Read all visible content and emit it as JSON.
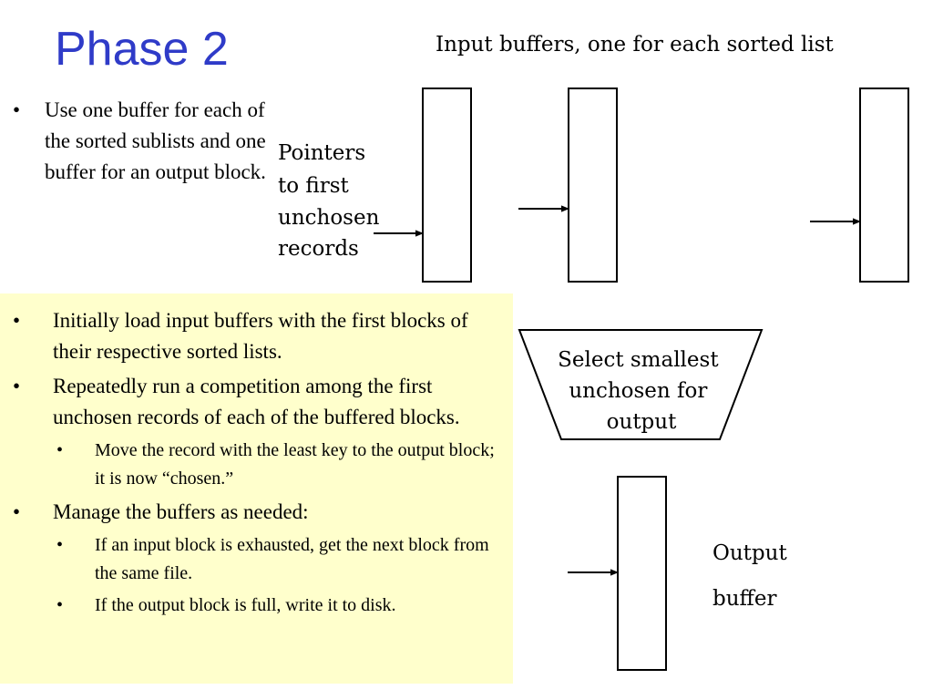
{
  "slide": {
    "title": "Phase 2",
    "title_color": "#2f3bc8",
    "intro_bullet": "Use one buffer for each of the sorted sublists and one buffer for an output block.",
    "panel_color": "#ffffcc",
    "bullets": [
      {
        "text": "Initially load input buffers with the first blocks of their respective sorted lists."
      },
      {
        "text": "Repeatedly run a competition among the first unchosen records of each of the buffered blocks."
      },
      {
        "text": "Move the record with the least key to the output block; it is now “chosen.”"
      },
      {
        "text": "Manage the buffers as needed:"
      },
      {
        "text": "If an input block is exhausted, get the next block from the same file."
      },
      {
        "text": "If the output block is full, write it to disk."
      }
    ]
  },
  "diagram": {
    "input_label": "Input buffers, one for each sorted list",
    "pointer_label_lines": [
      "Pointers",
      "to first",
      "unchosen",
      "records"
    ],
    "select_label_lines": [
      "Select smallest",
      "unchosen for",
      "output"
    ],
    "output_label_lines": [
      "Output",
      "buffer"
    ]
  }
}
